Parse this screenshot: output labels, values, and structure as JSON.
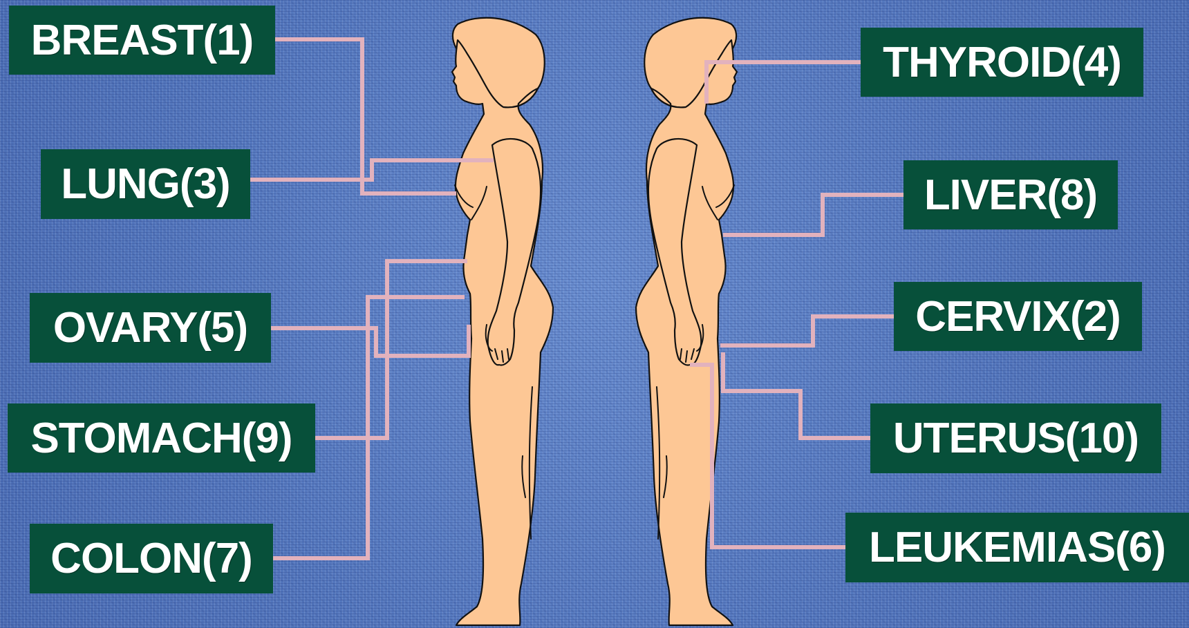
{
  "colors": {
    "background": "#5a7cc0",
    "label_background": "#07503a",
    "label_text": "#ffffff",
    "connector": "#e2b2bd",
    "skin": "#fdc795"
  },
  "labels": {
    "breast": "BREAST(1)",
    "lung": "LUNG(3)",
    "ovary": "OVARY(5)",
    "stomach": "STOMACH(9)",
    "colon": "COLON(7)",
    "thyroid": "THYROID(4)",
    "liver": "LIVER(8)",
    "cervix": "CERVIX(2)",
    "uterus": "UTERUS(10)",
    "leukemias": "LEUKEMIAS(6)"
  }
}
